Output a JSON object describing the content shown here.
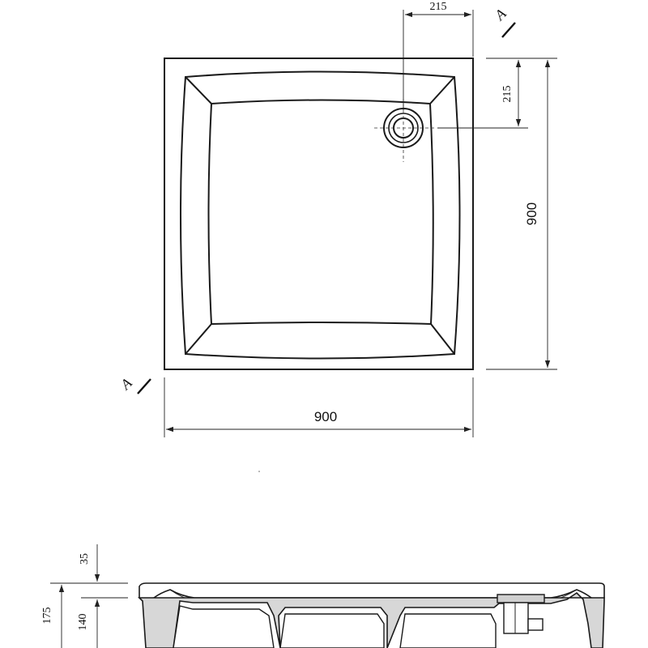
{
  "plan_view": {
    "width_label": "900",
    "height_label": "900",
    "drain_offset_x_label": "215",
    "drain_offset_y_label": "215",
    "section_marker_top": "A",
    "section_marker_bottom": "A"
  },
  "section_view": {
    "total_height_label": "175",
    "rim_depth_label": "35",
    "body_height_label": "140"
  }
}
